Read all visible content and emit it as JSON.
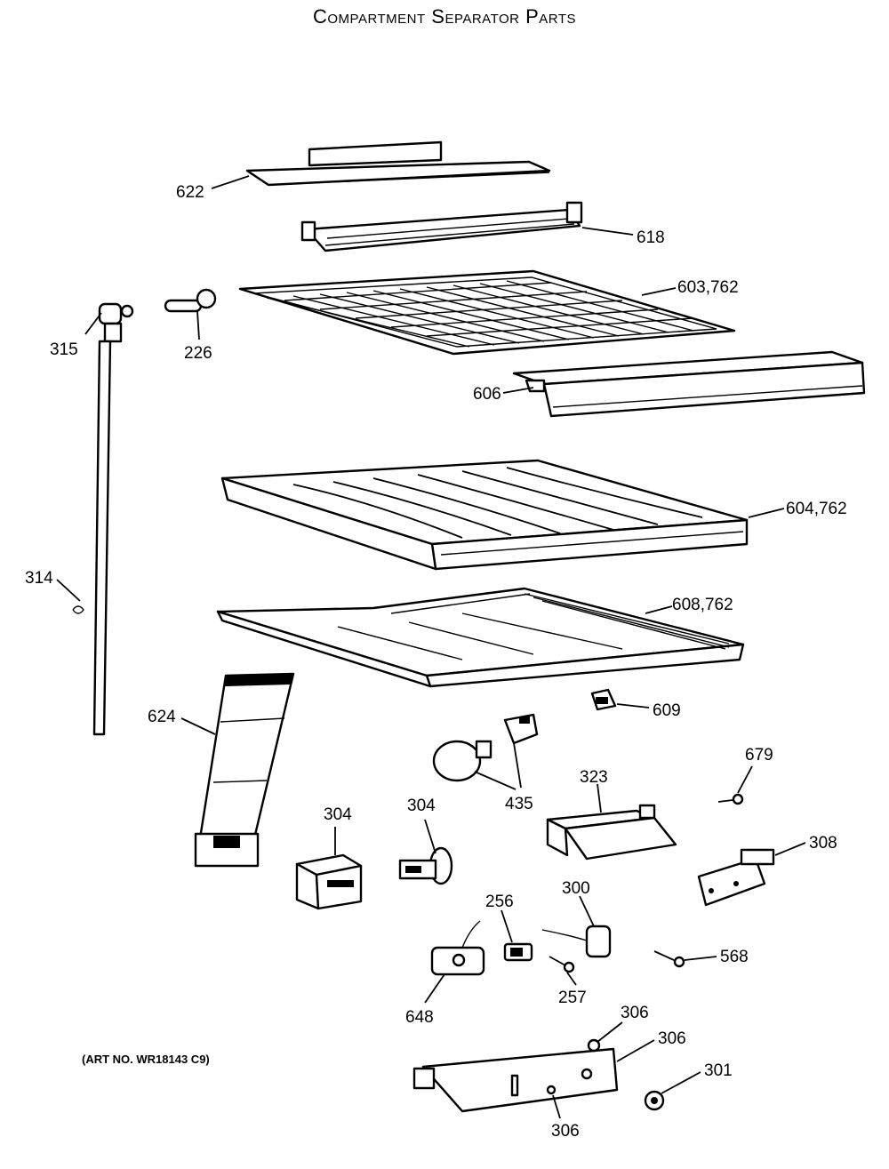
{
  "title": "Compartment Separator Parts",
  "art_no": "(ART NO. WR18143 C9)",
  "labels": {
    "p622": "622",
    "p618": "618",
    "p603": "603,762",
    "p315": "315",
    "p226": "226",
    "p606": "606",
    "p604": "604,762",
    "p314": "314",
    "p608": "608,762",
    "p609": "609",
    "p624": "624",
    "p679": "679",
    "p323": "323",
    "p435": "435",
    "p304a": "304",
    "p304b": "304",
    "p308": "308",
    "p300": "300",
    "p256": "256",
    "p568": "568",
    "p257": "257",
    "p648": "648",
    "p306a": "306",
    "p306b": "306",
    "p306c": "306",
    "p301": "301"
  }
}
